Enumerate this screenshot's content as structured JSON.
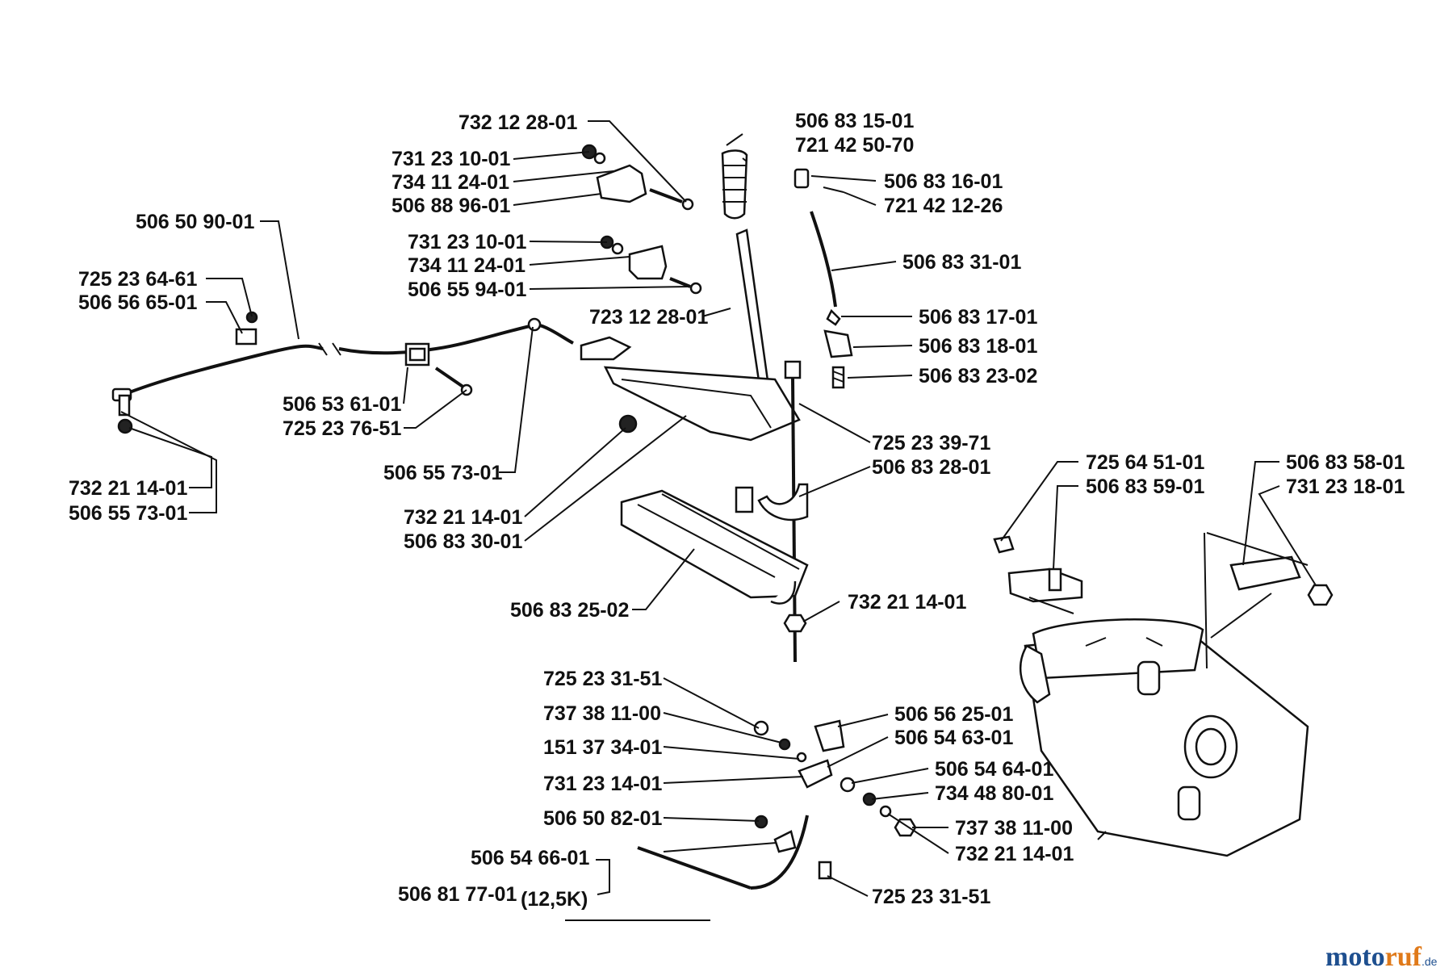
{
  "labels": [
    "732 12 28-01",
    "731 23 10-01",
    "734 11 24-01",
    "506 88 96-01",
    "506 50 90-01",
    "731 23 10-01",
    "734 11 24-01",
    "506 55 94-01",
    "725 23 64-61",
    "506 56 65-01",
    "723 12 28-01",
    "506 53 61-01",
    "725 23 76-51",
    "506 55 73-01",
    "732 21 14-01",
    "506 55 73-01",
    "732 21 14-01",
    "506 83 30-01",
    "506 83 25-02",
    "506 83 15-01",
    "721 42 50-70",
    "506 83 16-01",
    "721 42 12-26",
    "506 83 31-01",
    "506 83 17-01",
    "506 83 18-01",
    "506 83 23-02",
    "725 23 39-71",
    "506 83 28-01",
    "732 21 14-01",
    "725 64 51-01",
    "506 83 59-01",
    "506 83 58-01",
    "731 23 18-01",
    "725 23 31-51",
    "737 38 11-00",
    "151 37 34-01",
    "731 23 14-01",
    "506 50 82-01",
    "506 54 66-01",
    "506 81 77-01",
    "(12,5K)",
    "506 56 25-01",
    "506 54 63-01",
    "506 54 64-01",
    "734 48 80-01",
    "737 38 11-00",
    "732 21 14-01",
    "725 23 31-51"
  ],
  "watermark": {
    "brand_a": "moto",
    "brand_b": "ruf",
    "suffix": ".de"
  }
}
